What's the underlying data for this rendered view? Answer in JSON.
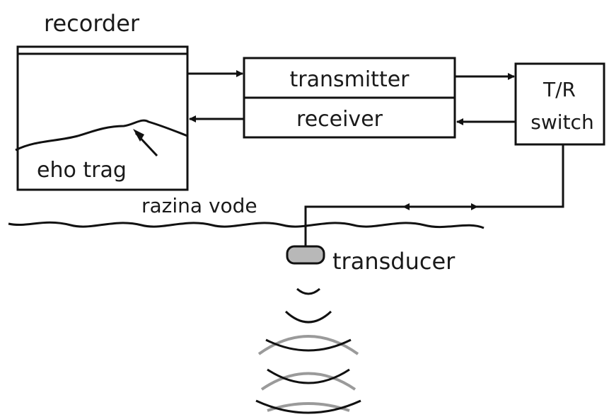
{
  "labels": {
    "recorder": "recorder",
    "transmitter": "transmitter",
    "receiver": "receiver",
    "tr_switch_line1": "T/R",
    "tr_switch_line2": "switch",
    "echo_trace": "eho trag",
    "water_level": "razina vode",
    "transducer": "transducer"
  },
  "colors": {
    "stroke": "#111111",
    "transducer_fill": "#b8b8b8",
    "faded_wave": "#9a9a9a"
  }
}
